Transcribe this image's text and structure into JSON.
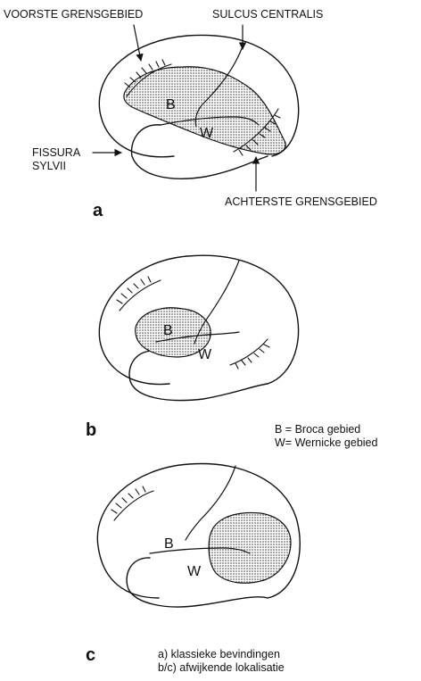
{
  "labels": {
    "anterior_border": "VOORSTE GRENSGEBIED",
    "sulcus": "SULCUS CENTRALIS",
    "fissura_1": "FISSURA",
    "fissura_2": "SYLVII",
    "posterior_border": "ACHTERSTE GRENSGEBIED"
  },
  "panels": [
    {
      "letter": "a",
      "broca": "B",
      "wernicke": "W"
    },
    {
      "letter": "b",
      "broca": "B",
      "wernicke": "W"
    },
    {
      "letter": "c",
      "broca": "B",
      "wernicke": "W"
    }
  ],
  "legend": {
    "broca": "B = Broca gebied",
    "wernicke": "W= Wernicke gebied"
  },
  "caption": {
    "line1": "a) klassieke bevindingen",
    "line2": "b/c) afwijkende lokalisatie"
  }
}
